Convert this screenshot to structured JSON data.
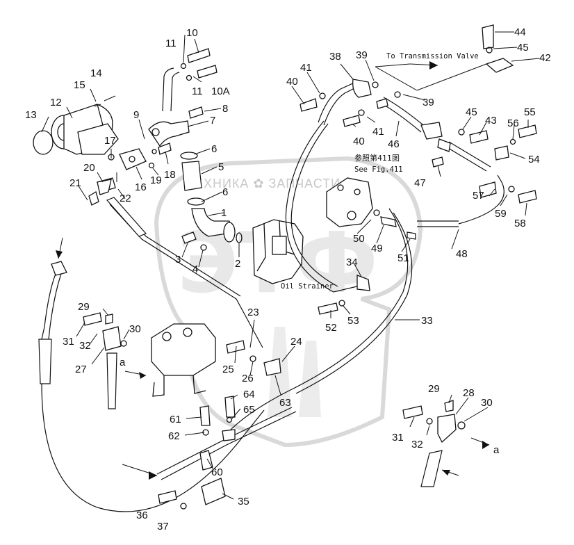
{
  "watermark": {
    "text": "ТЕХНИКА  ✿  ЗАПЧАСТИ",
    "logo_letters": "ЭТФ"
  },
  "annotations": {
    "to_transmission_valve": "To Transmission Valve",
    "see_fig_cn": "参照第411图",
    "see_fig_en": "See Fig.411",
    "oil_strainer": "Oil Strainer",
    "view_a_top": "a",
    "view_a_bottom": "a"
  },
  "callouts": [
    "1",
    "2",
    "3",
    "4",
    "5",
    "6",
    "6",
    "7",
    "8",
    "9",
    "10",
    "10A",
    "11",
    "11",
    "12",
    "13",
    "14",
    "15",
    "16",
    "17",
    "18",
    "19",
    "20",
    "21",
    "22",
    "23",
    "24",
    "25",
    "26",
    "27",
    "28",
    "29",
    "29",
    "30",
    "30",
    "31",
    "31",
    "32",
    "32",
    "33",
    "34",
    "35",
    "36",
    "37",
    "38",
    "39",
    "39",
    "40",
    "40",
    "41",
    "41",
    "42",
    "43",
    "44",
    "45",
    "45",
    "46",
    "47",
    "48",
    "49",
    "50",
    "51",
    "52",
    "53",
    "54",
    "55",
    "56",
    "57",
    "58",
    "59",
    "60",
    "61",
    "62",
    "63",
    "64",
    "65"
  ]
}
